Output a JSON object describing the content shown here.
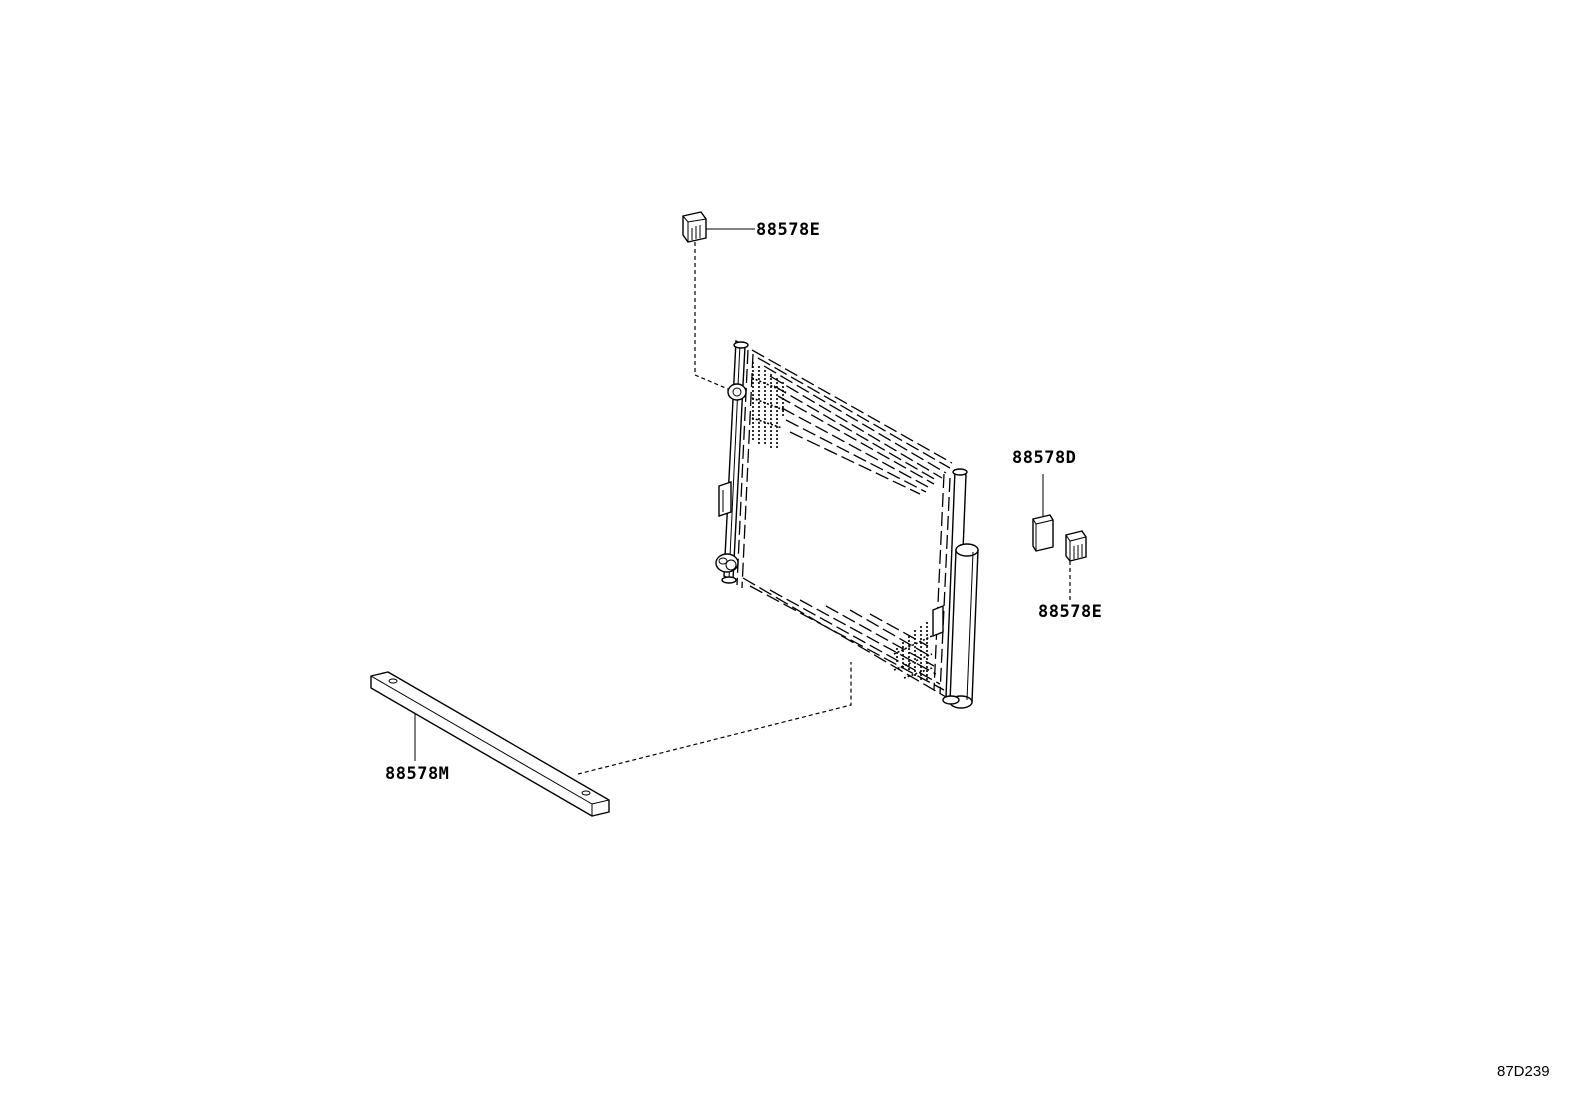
{
  "callouts": {
    "top_clip": "88578E",
    "right_bracket": "88578D",
    "right_clip": "88578E",
    "lower_seal": "88578M"
  },
  "figure_code": "87D239"
}
